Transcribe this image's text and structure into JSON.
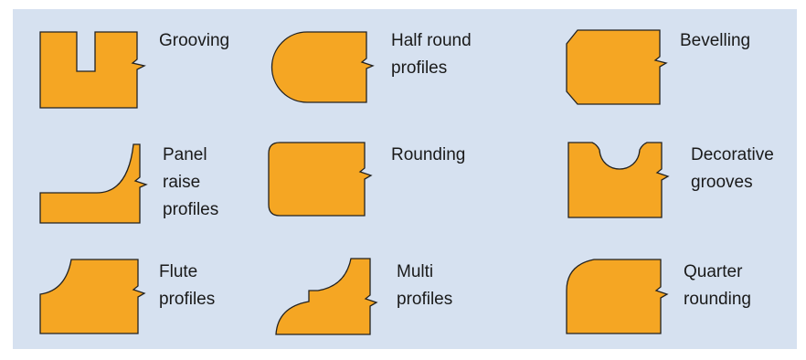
{
  "colors": {
    "background": "#d6e1f0",
    "profile_fill": "#f5a623",
    "outline": "#222222"
  },
  "profiles": [
    {
      "id": "grooving",
      "label": "Grooving"
    },
    {
      "id": "half-round",
      "label": "Half round\nprofiles"
    },
    {
      "id": "bevelling",
      "label": "Bevelling"
    },
    {
      "id": "panel-raise",
      "label": "Panel\nraise\nprofiles"
    },
    {
      "id": "rounding",
      "label": "Rounding"
    },
    {
      "id": "decorative-grooves",
      "label": "Decorative\ngrooves"
    },
    {
      "id": "flute",
      "label": "Flute\nprofiles"
    },
    {
      "id": "multi",
      "label": "Multi\nprofiles"
    },
    {
      "id": "quarter-rounding",
      "label": "Quarter\nrounding"
    }
  ]
}
